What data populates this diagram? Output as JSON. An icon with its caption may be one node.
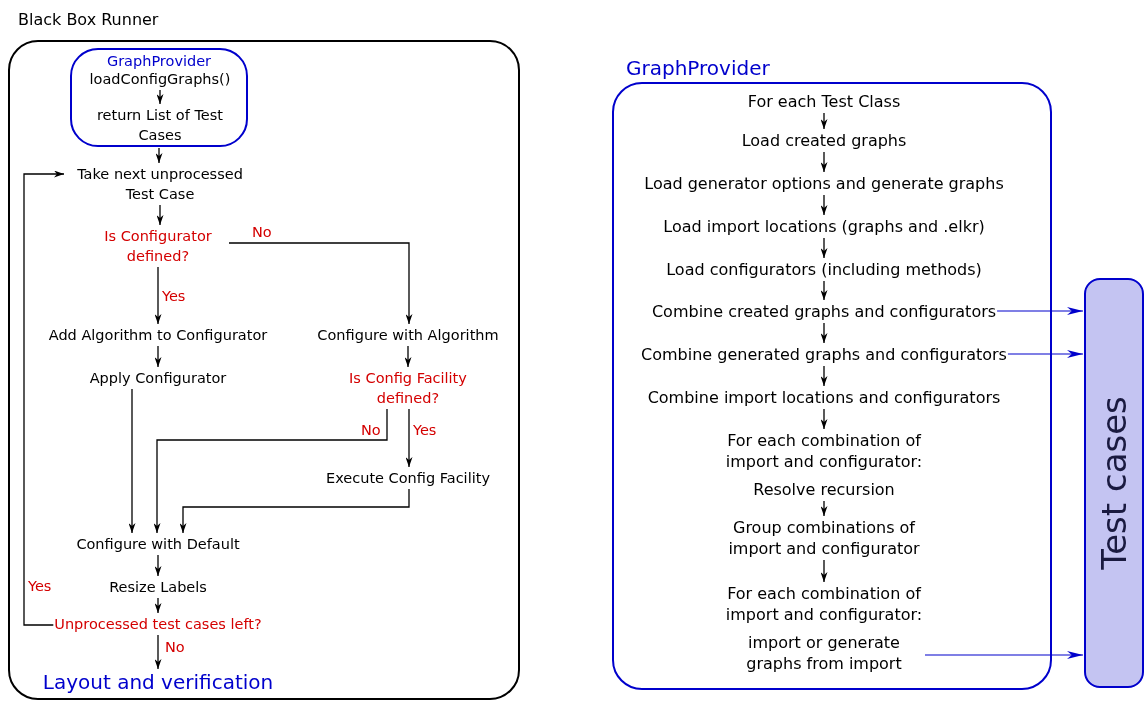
{
  "diagram": {
    "nodes": [
      {
        "text": [
          "Black Box Runner"
        ]
      },
      {
        "text": [
          "GraphProvider"
        ],
        "in": 0
      },
      {
        "text": [
          "loadConfigGraphs()"
        ],
        "in": 1
      },
      {
        "text": [
          "return List of Test Cases"
        ],
        "in": 1
      },
      {
        "text": [
          "Take next unprocessed Test Case"
        ],
        "in": 0
      },
      {
        "text": [
          "Is Configurator defined?"
        ],
        "in": 0
      },
      {
        "text": [
          "Add Algorithm to Configurator"
        ],
        "in": 0
      },
      {
        "text": [
          "Configure with Algorithm"
        ],
        "in": 0
      },
      {
        "text": [
          "Apply Configurator"
        ],
        "in": 0
      },
      {
        "text": [
          "Is Config Facility defined?"
        ],
        "in": 0
      },
      {
        "text": [
          "Execute Config Facility"
        ],
        "in": 0
      },
      {
        "text": [
          "Configure with Default"
        ],
        "in": 0
      },
      {
        "text": [
          "Resize Labels"
        ],
        "in": 0
      },
      {
        "text": [
          "Unprocessed test cases left?"
        ],
        "in": 0
      },
      {
        "text": [
          "Layout and verification"
        ],
        "in": 0
      },
      {
        "text": [
          "GraphProvider"
        ]
      },
      {
        "text": [
          "For each Test Class"
        ],
        "in": 15
      },
      {
        "text": [
          "Load created graphs"
        ],
        "in": 15
      },
      {
        "text": [
          "Load generator options and generate graphs"
        ],
        "in": 15
      },
      {
        "text": [
          "Load import locations (graphs and .elkr)"
        ],
        "in": 15
      },
      {
        "text": [
          "Load configurators (including methods)"
        ],
        "in": 15
      },
      {
        "text": [
          "Combine created graphs and configurators"
        ],
        "in": 15
      },
      {
        "text": [
          "Combine generated graphs and configurators"
        ],
        "in": 15
      },
      {
        "text": [
          "Combine import locations and configurators"
        ],
        "in": 15
      },
      {
        "text": [
          "For each combination of import and configurator:"
        ],
        "in": 15
      },
      {
        "text": [
          "Resolve recursion"
        ],
        "in": 15
      },
      {
        "text": [
          "Group combinations of import and configurator"
        ],
        "in": 15
      },
      {
        "text": [
          "For each combination of import and configurator:"
        ],
        "in": 15
      },
      {
        "text": [
          "import or generate graphs from import"
        ],
        "in": 15
      },
      {
        "text": [
          "Test cases"
        ]
      }
    ],
    "edges": [
      {
        "from": 1,
        "to": 4,
        "arrow": "to"
      },
      {
        "from": 2,
        "to": 3,
        "arrow": "to"
      },
      {
        "from": 4,
        "to": 5,
        "arrow": "to"
      },
      {
        "from": 5,
        "to": 6,
        "arrow": "to",
        "label": "Yes"
      },
      {
        "from": 5,
        "to": 7,
        "arrow": "to",
        "label": "No"
      },
      {
        "from": 6,
        "to": 8,
        "arrow": "to"
      },
      {
        "from": 7,
        "to": 9,
        "arrow": "to"
      },
      {
        "from": 8,
        "to": 11,
        "arrow": "to"
      },
      {
        "from": 9,
        "to": 11,
        "arrow": "to",
        "label": "No"
      },
      {
        "from": 9,
        "to": 10,
        "arrow": "to",
        "label": "Yes"
      },
      {
        "from": 10,
        "to": 11,
        "arrow": "to"
      },
      {
        "from": 11,
        "to": 12,
        "arrow": "to"
      },
      {
        "from": 12,
        "to": 13,
        "arrow": "to"
      },
      {
        "from": 13,
        "to": 4,
        "arrow": "to",
        "label": "Yes"
      },
      {
        "from": 13,
        "to": 14,
        "arrow": "to",
        "label": "No"
      },
      {
        "from": 16,
        "to": 17,
        "arrow": "to"
      },
      {
        "from": 17,
        "to": 18,
        "arrow": "to"
      },
      {
        "from": 18,
        "to": 19,
        "arrow": "to"
      },
      {
        "from": 19,
        "to": 20,
        "arrow": "to"
      },
      {
        "from": 20,
        "to": 21,
        "arrow": "to"
      },
      {
        "from": 21,
        "to": 22,
        "arrow": "to"
      },
      {
        "from": 22,
        "to": 23,
        "arrow": "to"
      },
      {
        "from": 23,
        "to": 24,
        "arrow": "to"
      },
      {
        "from": 25,
        "to": 26,
        "arrow": "to"
      },
      {
        "from": 26,
        "to": 27,
        "arrow": "to"
      },
      {
        "from": 21,
        "to": 29,
        "arrow": "to",
        "color": "#0000cc"
      },
      {
        "from": 22,
        "to": 29,
        "arrow": "to",
        "color": "#0000cc"
      },
      {
        "from": 28,
        "to": 29,
        "arrow": "to",
        "color": "#0000cc"
      }
    ]
  }
}
